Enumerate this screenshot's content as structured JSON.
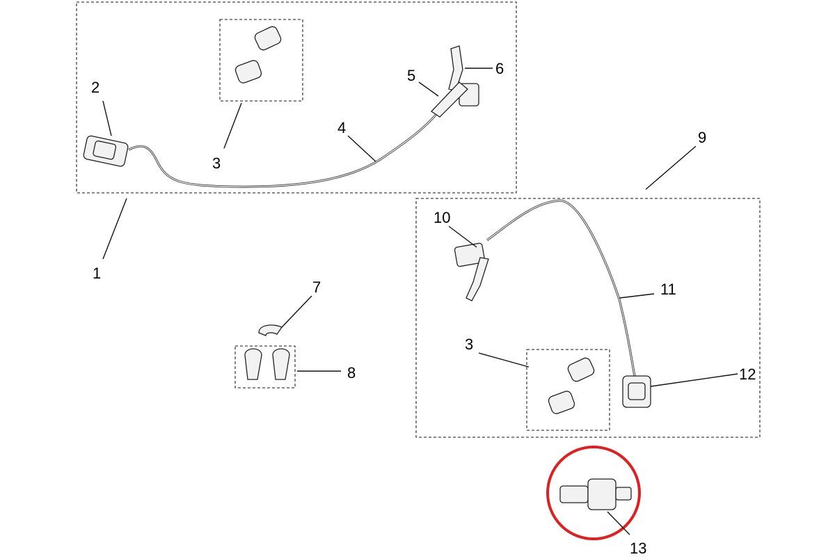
{
  "diagram": {
    "callouts": {
      "c1": "1",
      "c2": "2",
      "c3a": "3",
      "c3b": "3",
      "c4": "4",
      "c5": "5",
      "c6": "6",
      "c7": "7",
      "c8": "8",
      "c9": "9",
      "c10": "10",
      "c11": "11",
      "c12": "12",
      "c13": "13"
    },
    "highlight_color": "#e02020"
  }
}
